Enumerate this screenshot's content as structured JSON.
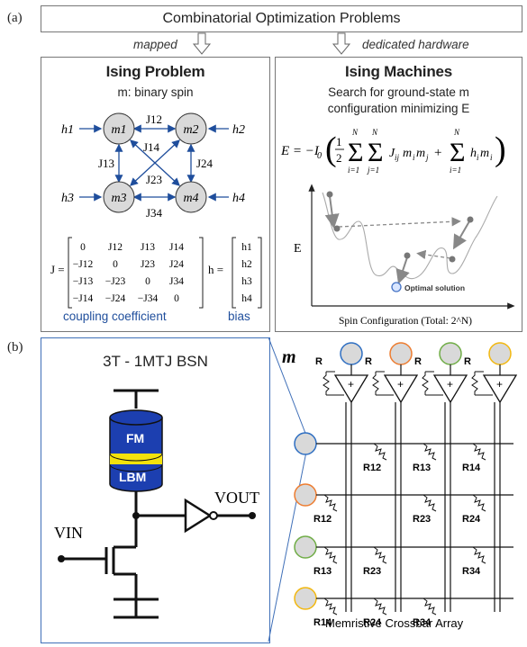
{
  "labels": {
    "a": "(a)",
    "b": "(b)"
  },
  "header": {
    "title": "Combinatorial Optimization Problems",
    "left_arrow_label": "mapped",
    "right_arrow_label": "dedicated hardware"
  },
  "ising_problem": {
    "title": "Ising Problem",
    "subtitle": "m: binary spin",
    "nodes": [
      "m1",
      "m2",
      "m3",
      "m4"
    ],
    "biases": [
      "h1",
      "h2",
      "h3",
      "h4"
    ],
    "couplings": [
      "J12",
      "J13",
      "J14",
      "J23",
      "J24",
      "J34"
    ],
    "coupling_caption": "coupling coefficient",
    "bias_caption": "bias",
    "matrix_J": [
      [
        "0",
        "J12",
        "J13",
        "J14"
      ],
      [
        "−J12",
        "0",
        "J23",
        "J24"
      ],
      [
        "−J13",
        "−J23",
        "0",
        "J34"
      ],
      [
        "−J14",
        "−J24",
        "−J34",
        "0"
      ]
    ],
    "vector_h": [
      "h1",
      "h2",
      "h3",
      "h4"
    ],
    "J_label": "J =",
    "h_label": "h ="
  },
  "ising_machines": {
    "title": "Ising Machines",
    "line1": "Search for ground-state m",
    "line2": "configuration minimizing E",
    "equation": "E = −I0 ( 1/2 Σ Σ Jij mi mj + Σ hi mi )",
    "y_axis": "E",
    "x_axis": "Spin Configuration  (Total: 2^N)",
    "optimal_label": "Optimal solution"
  },
  "bsn": {
    "title": "3T - 1MTJ  BSN",
    "fm_label": "FM",
    "lbm_label": "LBM",
    "vin": "VIN",
    "vout": "VOUT",
    "colors": {
      "fm": "#1c3fb0",
      "lbm": "#1c3fb0",
      "barrier": "#f4e20c"
    }
  },
  "crossbar": {
    "m_label": "m",
    "r_labels": [
      "R",
      "R",
      "R",
      "R"
    ],
    "resistors_row1": [
      "R12",
      "R13",
      "R14"
    ],
    "resistors_row2": [
      "R12",
      "R23",
      "R24"
    ],
    "resistors_row3": [
      "R13",
      "R23",
      "R34"
    ],
    "resistors_row4": [
      "R14",
      "R24",
      "R34"
    ],
    "caption": "Memristive Crossbar Array",
    "spin_colors": [
      "#2f6fc2",
      "#ed7d31",
      "#70ad47",
      "#f2b811"
    ]
  }
}
